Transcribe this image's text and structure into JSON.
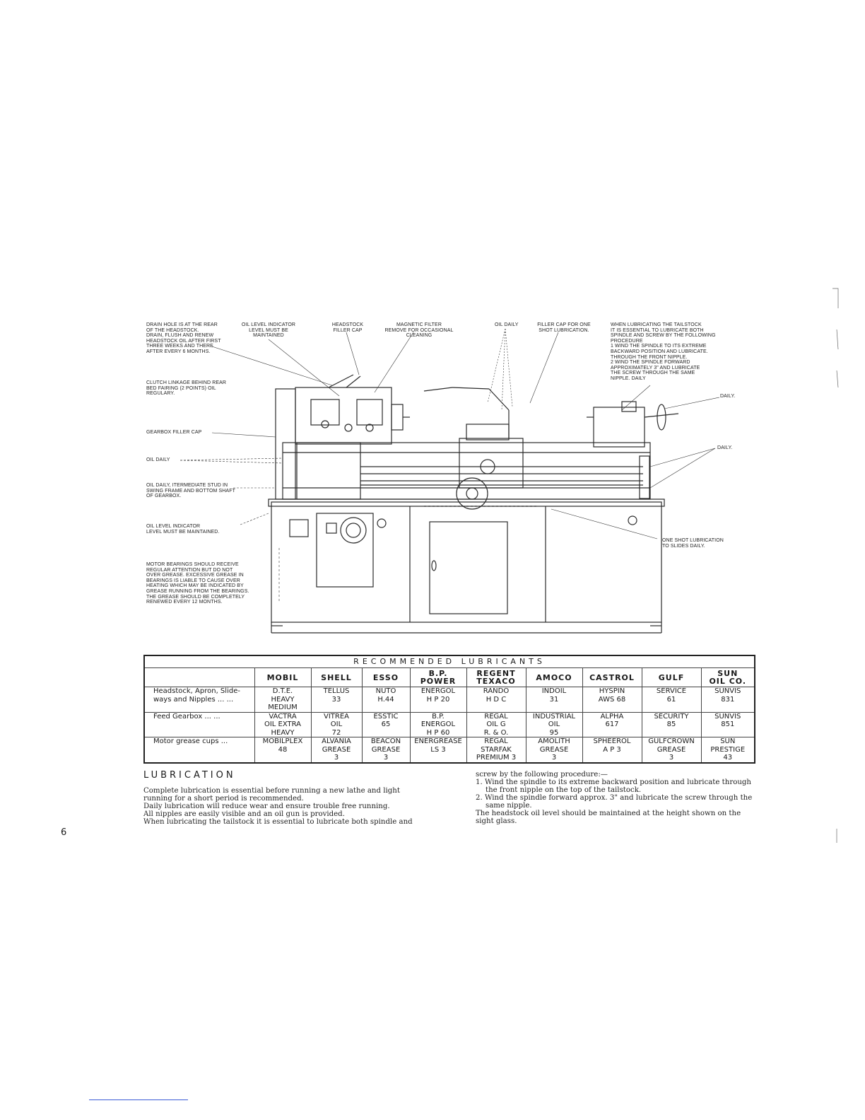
{
  "callouts": {
    "drain_hole": "DRAIN HOLE IS AT THE REAR\nOF THE HEADSTOCK.\nDRAIN, FLUSH AND RENEW\nHEADSTOCK OIL AFTER FIRST\nTHREE WEEKS AND THERE\nAFTER EVERY 6 MONTHS.",
    "oil_level_top": "OIL LEVEL INDICATOR\nLEVEL MUST BE MAINTAINED",
    "headstock_filler": "HEADSTOCK\nFILLER CAP",
    "magnetic_filter": "MAGNETIC FILTER\nREMOVE FOR OCCASIONAL CLEANING",
    "oil_daily_top": "OIL DAILY",
    "filler_cap_one_shot": "FILLER CAP FOR ONE\nSHOT LUBRICATION.",
    "tailstock_note": "WHEN LUBRICATING THE TAILSTOCK\nIT IS ESSENTIAL TO LUBRICATE BOTH\nSPINDLE AND SCREW BY THE FOLLOWING\nPROCEDURE\n1 WIND THE SPINDLE TO ITS EXTREME\n  BACKWARD POSITION AND LUBRICATE.\n  THROUGH THE FRONT NIPPLE.\n2 WIND THE SPINDLE FORWARD\n  APPROXIMATELY 3\" AND LUBRICATE\n  THE SCREW THROUGH THE SAME\n  NIPPLE. DAILY",
    "clutch_linkage": "CLUTCH LINKAGE BEHIND REAR\nBED FAIRING (2 POINTS) OIL\nREGULARY.",
    "daily_right_1": "DAILY.",
    "gearbox_filler": "GEARBOX FILLER CAP",
    "daily_right_2": "DAILY.",
    "oil_daily_left": "OIL DAILY",
    "oil_daily_intermediate": "OIL DAILY, ITERMEDIATE STUD IN\nSWING FRAME AND BOTTOM SHAFT\nOF GEARBOX.",
    "oil_level_bottom": "OIL LEVEL INDICATOR\nLEVEL MUST BE MAINTAINED.",
    "one_shot": "ONE SHOT LUBRICATION\nTO SLIDES DAILY.",
    "motor_bearings": "MOTOR BEARINGS SHOULD RECEIVE\nREGULAR ATTENTION BUT DO NOT\nOVER GREASE. EXCESSIVE GREASE IN\nBEARINGS IS LIABLE TO CAUSE OVER\nHEATING WHICH MAY BE INDICATED BY\nGREASE RUNNING FROM THE BEARINGS.\nTHE GREASE SHOULD BE COMPLETELY\nRENEWED EVERY 12 MONTHS."
  },
  "table": {
    "title": "RECOMMENDED LUBRICANTS",
    "brands": [
      "MOBIL",
      "SHELL",
      "ESSO",
      "B.P.\nPOWER",
      "REGENT\nTEXACO",
      "AMOCO",
      "CASTROL",
      "GULF",
      "SUN\nOIL CO."
    ],
    "rows": [
      {
        "label": "Headstock, Apron, Slide-\nways and Nipples ...      ...",
        "values": [
          "D.T.E.\nHEAVY\nMEDIUM",
          "TELLUS\n33",
          "NUTO\nH.44",
          "ENERGOL\nH P 20",
          "RANDO\nH D C",
          "INDOIL\n31",
          "HYSPIN\nAWS 68",
          "SERVICE\n61",
          "SUNVIS\n831"
        ]
      },
      {
        "label": "Feed Gearbox    ...     ...",
        "values": [
          "VACTRA\nOIL EXTRA\nHEAVY",
          "VITREA\nOIL\n72",
          "ESSTIC\n65",
          "B.P.\nENERGOL\nH P 60",
          "REGAL\nOIL G\nR. & O.",
          "INDUSTRIAL\nOIL\n95",
          "ALPHA\n617",
          "SECURITY\n85",
          "SUNVIS\n851"
        ]
      },
      {
        "label": "Motor grease cups        ...",
        "values": [
          "MOBILPLEX\n48",
          "ALVANIA\nGREASE\n3",
          "BEACON\nGREASE\n3",
          "ENERGREASE\nLS 3",
          "REGAL\nSTARFAK\nPREMIUM 3",
          "AMOLITH\nGREASE\n3",
          "SPHEEROL\nA P 3",
          "GULFCROWN\nGREASE\n3",
          "SUN\nPRESTIGE\n43"
        ]
      }
    ]
  },
  "lubrication": {
    "heading": "LUBRICATION",
    "left_paragraphs": [
      "Complete lubrication is essential before running a new lathe and light running for a short period is recommended.",
      "Daily lubrication will reduce wear and ensure trouble free running.",
      "All nipples are easily visible and an oil gun is provided.",
      "When lubricating the tailstock it is essential to lubricate both spindle and"
    ],
    "right_intro": "screw by the following procedure:—",
    "right_steps": [
      "1. Wind the spindle to its extreme backward position and lubricate through the front nipple on the top of the tailstock.",
      "2. Wind the spindle forward approx. 3\" and lubricate the screw through the same nipple."
    ],
    "right_closing": "The headstock oil level should be maintained at the height shown on the sight glass."
  },
  "page_number": "6"
}
